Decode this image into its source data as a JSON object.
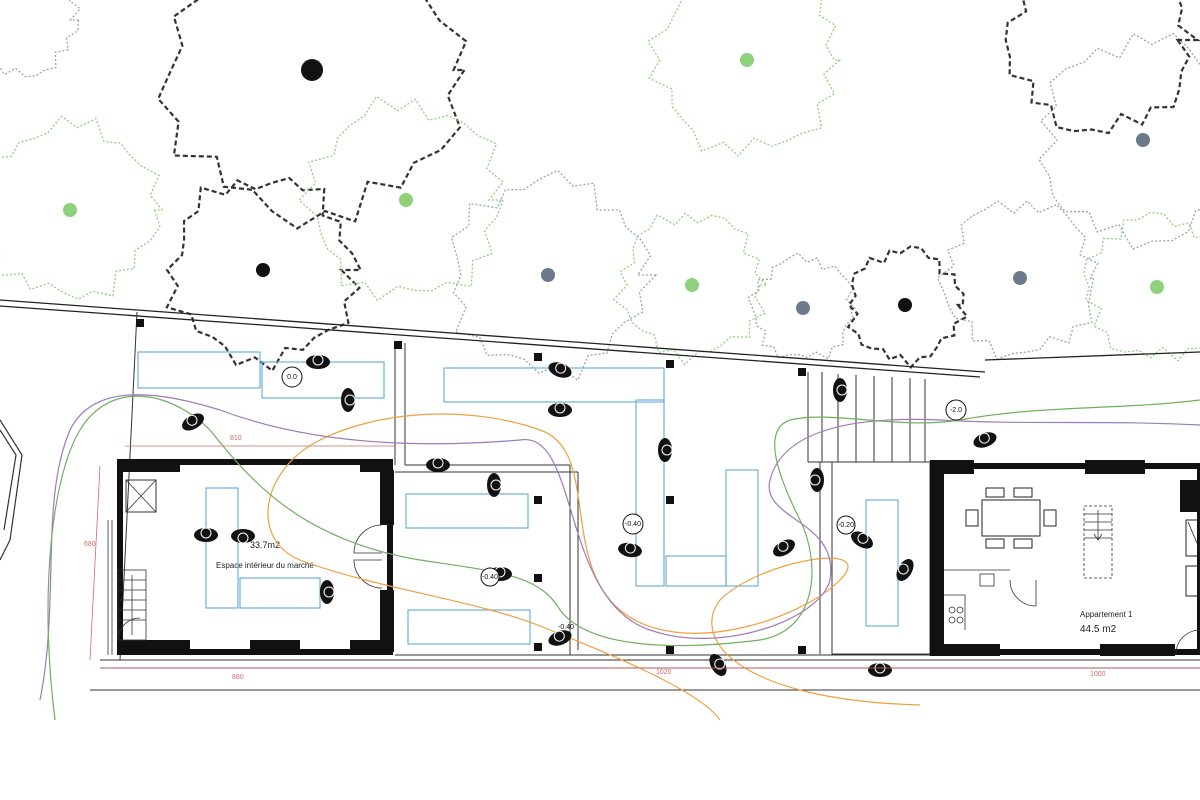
{
  "rooms": {
    "market_area": "33.7m2",
    "market_name": "Espace intérieur du marché",
    "apartment_name": "Appartement 1",
    "apartment_area": "44.5 m2"
  },
  "levels": [
    "0.0",
    "-0.40",
    "-0.20",
    "-2.0",
    "-0.40",
    "-0.40"
  ],
  "dimensions": {
    "top_left": "810",
    "left_side": "680",
    "bottom_left": "880",
    "bottom_middle": "1020",
    "bottom_right": "1000"
  },
  "colors": {
    "tree_green": "#8fd07a",
    "tree_black": "#111111",
    "tree_grey": "#6c7a89",
    "furniture_blue": "#6fb1dd",
    "path_orange": "#f0a040",
    "path_purple": "#a07ab8",
    "path_green": "#6fb060",
    "dimension_red": "#d46a6a"
  },
  "icons": [
    "tree-icon",
    "person-icon",
    "table-icon",
    "staircase-icon",
    "door-icon"
  ]
}
